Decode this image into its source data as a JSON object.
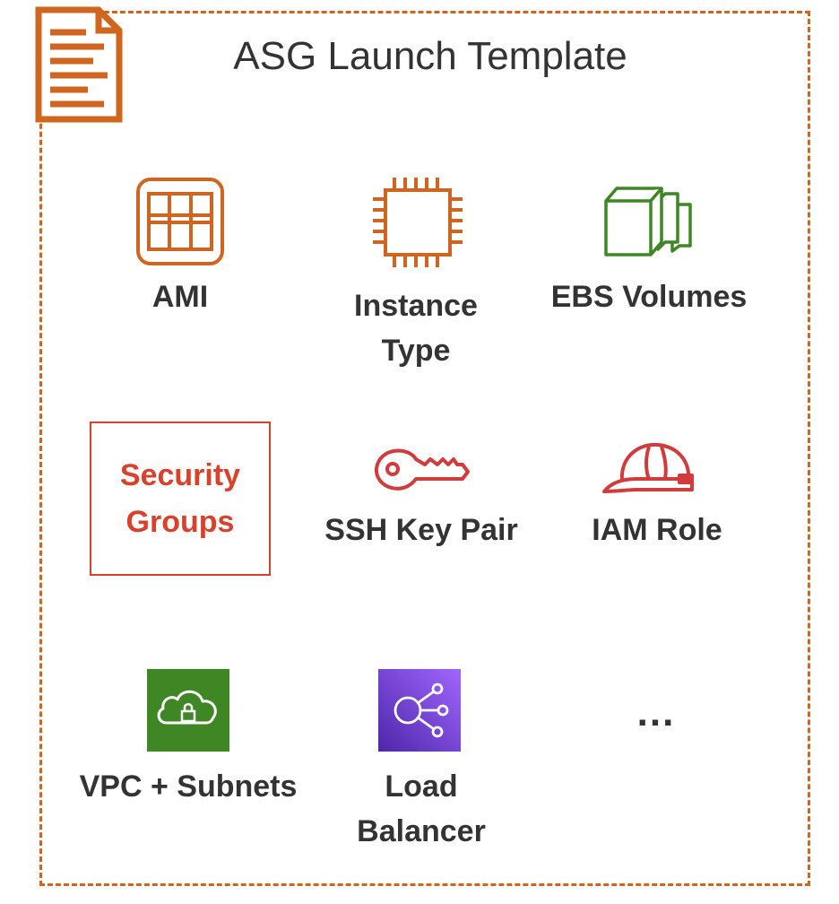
{
  "title": "ASG Launch Template",
  "colors": {
    "frame": "#d0651f",
    "orange_icon": "#d0651f",
    "green_icon": "#3f8624",
    "red_icon": "#d13b3b",
    "security_groups": "#d9412c",
    "vpc_bg": "#3f8624",
    "lb_bg": "#7b3ee0",
    "text": "#333333"
  },
  "items": [
    {
      "label_lines": [
        "AMI"
      ],
      "icon": "ami-icon"
    },
    {
      "label_lines": [
        "Instance",
        "Type"
      ],
      "icon": "chip-icon"
    },
    {
      "label_lines": [
        "EBS Volumes"
      ],
      "icon": "volumes-icon"
    },
    {
      "label_lines": [
        "Security",
        "Groups"
      ],
      "icon": "none",
      "highlighted": true
    },
    {
      "label_lines": [
        "SSH Key Pair"
      ],
      "icon": "key-icon"
    },
    {
      "label_lines": [
        "IAM Role"
      ],
      "icon": "hard-hat-icon"
    },
    {
      "label_lines": [
        "VPC + Subnets"
      ],
      "icon": "cloud-lock-icon"
    },
    {
      "label_lines": [
        "Load",
        "Balancer"
      ],
      "icon": "load-balancer-icon"
    },
    {
      "label_lines": [
        "..."
      ],
      "icon": "none"
    }
  ]
}
